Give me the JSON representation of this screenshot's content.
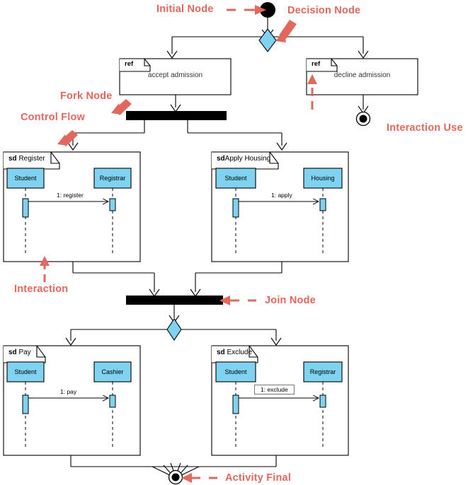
{
  "diagram": {
    "type": "uml-interaction-overview-diagram",
    "colors": {
      "fill_blue": "#7FD3F0",
      "stroke": "#000000",
      "annotation_red": "#e2675d",
      "bar_black": "#000000",
      "background": "#ffffff"
    },
    "annotations": [
      {
        "id": "initial-node",
        "label": "Initial Node"
      },
      {
        "id": "decision-node",
        "label": "Decision Node"
      },
      {
        "id": "fork-node",
        "label": "Fork Node"
      },
      {
        "id": "control-flow",
        "label": "Control Flow"
      },
      {
        "id": "interaction-use",
        "label": "Interaction Use"
      },
      {
        "id": "interaction",
        "label": "Interaction"
      },
      {
        "id": "join-node",
        "label": "Join Node"
      },
      {
        "id": "activity-final",
        "label": "Activity Final"
      }
    ],
    "interaction_uses": [
      {
        "keyword": "ref",
        "name": "accept admission"
      },
      {
        "keyword": "ref",
        "name": "decline admission"
      }
    ],
    "interactions": [
      {
        "keyword": "sd",
        "name": "Register",
        "lifelines": [
          "Student",
          "Registrar"
        ],
        "message": {
          "label": "1: register",
          "from": "Student",
          "to": "Registrar",
          "selected": false
        }
      },
      {
        "keyword": "sd",
        "name": "Apply Housing",
        "lifelines": [
          "Student",
          "Housing"
        ],
        "message": {
          "label": "1: apply",
          "from": "Student",
          "to": "Housing",
          "selected": false
        }
      },
      {
        "keyword": "sd",
        "name": "Pay",
        "lifelines": [
          "Student",
          "Cashier"
        ],
        "message": {
          "label": "1: pay",
          "from": "Student",
          "to": "Cashier",
          "selected": false
        }
      },
      {
        "keyword": "sd",
        "name": "Exclude",
        "lifelines": [
          "Student",
          "Registrar"
        ],
        "message": {
          "label": "1: exclude",
          "from": "Student",
          "to": "Registrar",
          "selected": true
        }
      }
    ],
    "nodes": [
      {
        "id": "initial",
        "kind": "initial-node"
      },
      {
        "id": "decision",
        "kind": "decision-node"
      },
      {
        "id": "fork",
        "kind": "fork-node"
      },
      {
        "id": "join",
        "kind": "join-node"
      },
      {
        "id": "merge",
        "kind": "merge-node"
      },
      {
        "id": "final-decline",
        "kind": "activity-final-node"
      },
      {
        "id": "final-bottom",
        "kind": "activity-final-node"
      }
    ]
  }
}
